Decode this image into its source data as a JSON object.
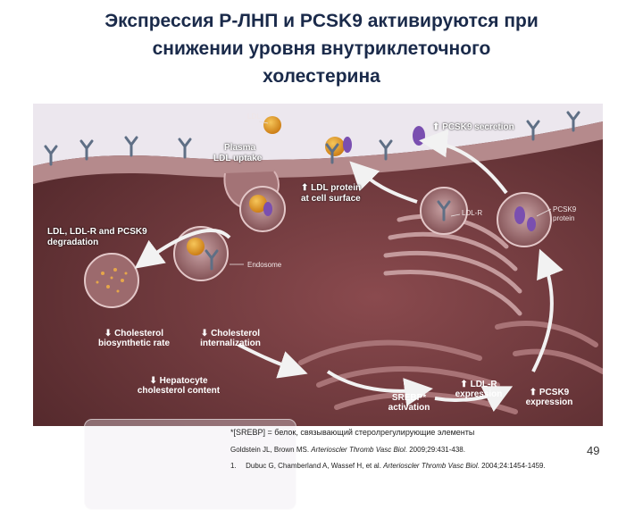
{
  "slide": {
    "title_lines": [
      "Экспрессия Р-ЛНП и PCSK9 активируются при",
      "снижении уровня внутриклеточного",
      "холестерина"
    ],
    "page_number": "49"
  },
  "figure": {
    "labels": {
      "ldl": "LDL",
      "plasma_ldl_uptake_1": "Plasma",
      "plasma_ldl_uptake_2": "LDL uptake",
      "ldl_protein_1": "⬆ LDL protein",
      "ldl_protein_2": "at cell surface",
      "pcsk9_secretion": "⬆ PCSK9 secretion",
      "degradation_1": "LDL, LDL-R and PCSK9",
      "degradation_2": "degradation",
      "endosome": "Endosome",
      "ldl_r": "LDL-R",
      "pcsk9_protein_1": "PCSK9",
      "pcsk9_protein_2": "protein",
      "chol_biosynthetic_1": "⬇ Cholesterol",
      "chol_biosynthetic_2": "biosynthetic rate",
      "chol_internal_1": "⬇ Cholesterol",
      "chol_internal_2": "internalization",
      "hepatocyte_1": "⬇ Hepatocyte",
      "hepatocyte_2": "cholesterol content",
      "srebp_1": "SREBP*",
      "srebp_2": "activation",
      "ldlr_expr_1": "⬆ LDL-R",
      "ldlr_expr_2": "expression",
      "pcsk9_expr_1": "⬆ PCSK9",
      "pcsk9_expr_2": "expression"
    }
  },
  "footnote": "*[SREBP] = белок, связывающий стеролрегулирующие элементы",
  "references": {
    "ref1_authors": "Goldstein JL, Brown MS. ",
    "ref1_journal": "Arterioscler Thromb Vasc Biol",
    "ref1_rest": ". 2009;29:431-438.",
    "ref2_num": "1.",
    "ref2_authors": "Dubuc G, Chamberland A, Wassef H, et al. ",
    "ref2_journal": "Arterioscler Thromb Vasc Biol",
    "ref2_rest": ". 2004;24:1454-1459."
  },
  "colors": {
    "background": "#6e3a3e",
    "membrane": "#b58a8c",
    "title": "#1a2a4a",
    "receptor": "#5f6f85",
    "ldl_particle": "#e09a22",
    "pcsk9": "#7a4fb0"
  }
}
